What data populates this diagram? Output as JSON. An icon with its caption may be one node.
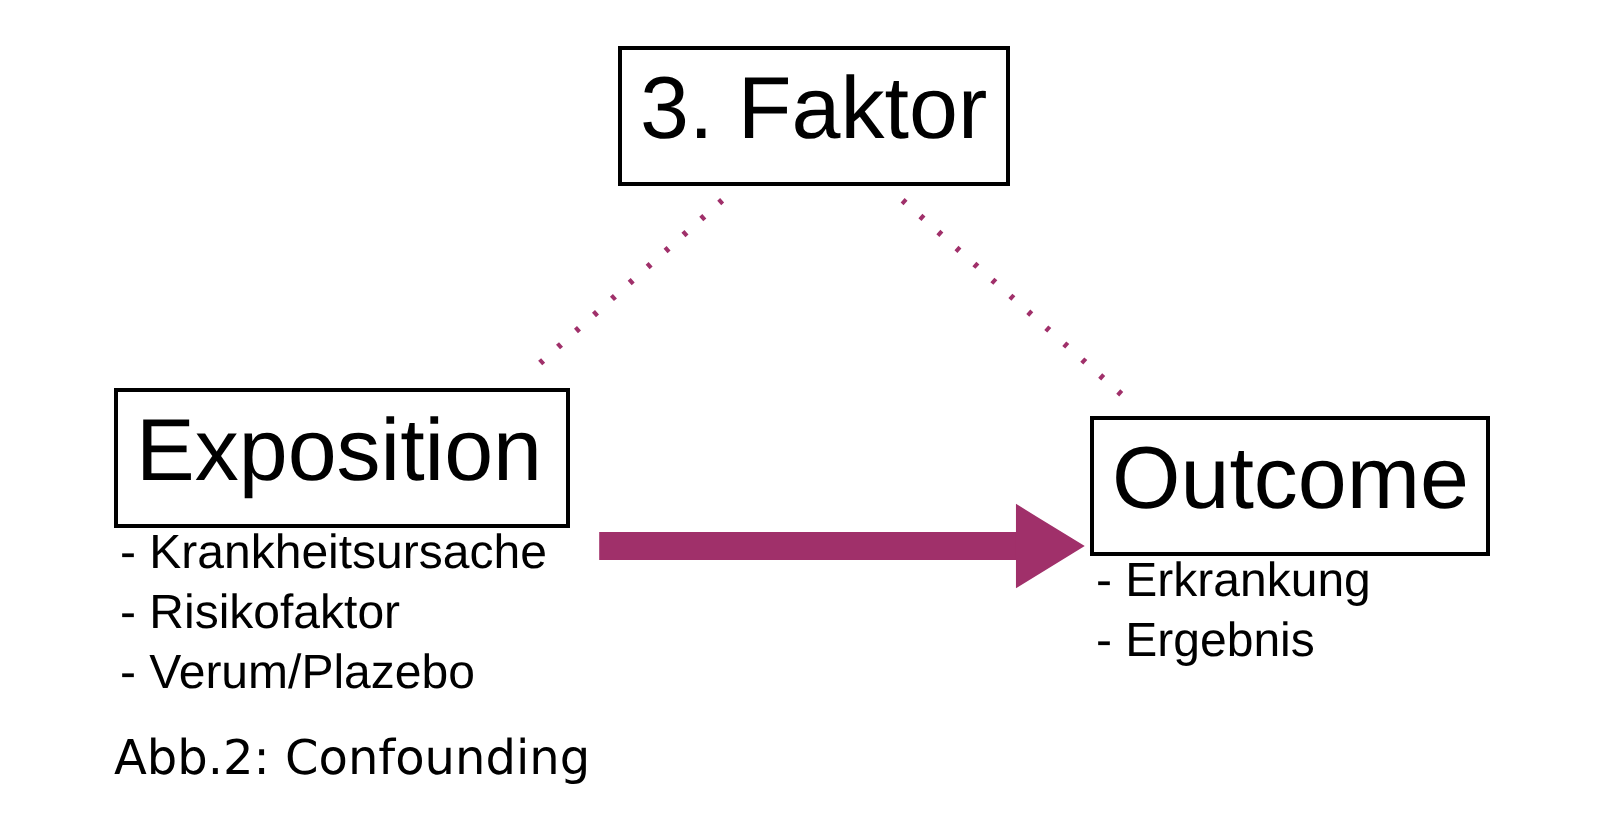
{
  "diagram": {
    "caption": "Abb.2: Confounding",
    "nodes": [
      {
        "text": [
          "3. Faktor"
        ]
      },
      {
        "text": [
          "Exposition"
        ],
        "beside": [
          "- Krankheitsursache",
          "- Risikofaktor",
          "- Verum/Plazebo"
        ]
      },
      {
        "text": [
          "Outcome"
        ],
        "beside": [
          "- Erkrankung",
          "- Ergebnis"
        ]
      }
    ],
    "edges": [
      {
        "from": 0,
        "to": 1,
        "arrow": "none",
        "style": "dashed",
        "color": "#a0306a"
      },
      {
        "from": 0,
        "to": 2,
        "arrow": "none",
        "style": "dashed",
        "color": "#a0306a"
      },
      {
        "from": 1,
        "to": 2,
        "arrow": "to",
        "style": "thick",
        "color": "#a0306a"
      }
    ]
  }
}
